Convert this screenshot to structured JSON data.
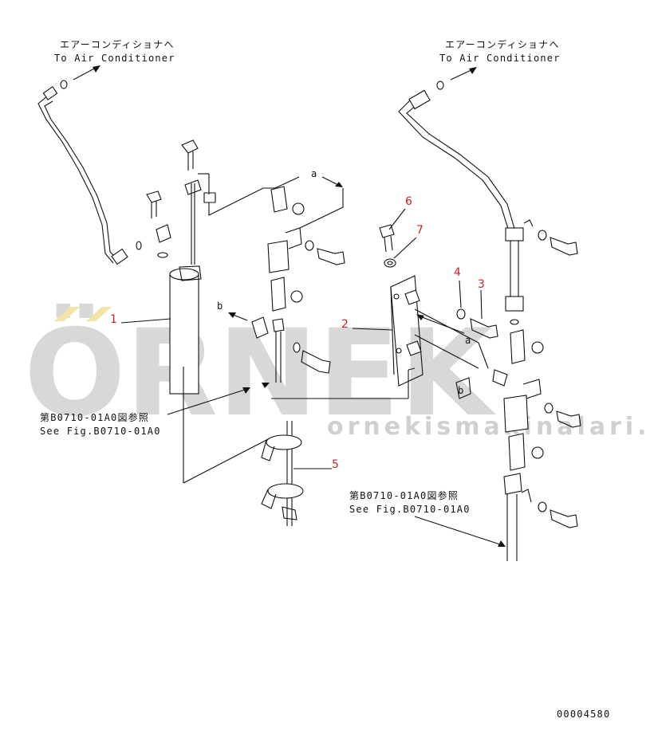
{
  "labels": {
    "to_ac_left_jp": "エアーコンディショナへ",
    "to_ac_left_en": "To Air Conditioner",
    "to_ac_right_jp": "エアーコンディショナへ",
    "to_ac_right_en": "To Air Conditioner",
    "ref_left_jp": "第B0710-01A0図参照",
    "ref_left_en": "See Fig.B0710-01A0",
    "ref_right_jp": "第B0710-01A0図参照",
    "ref_right_en": "See Fig.B0710-01A0",
    "arrow_a_top": "a",
    "arrow_a_mid": "a",
    "arrow_b": "b",
    "mark_b_mid": "b"
  },
  "callouts": [
    "1",
    "2",
    "3",
    "4",
    "5",
    "6",
    "7"
  ],
  "watermark": {
    "brand": "ÖRNEK",
    "url": "ornekismakinalari.com.tr"
  },
  "figure_code": "00004580",
  "colors": {
    "line": "#111111",
    "callout": "#d21f1f",
    "watermark": "#c8c8c8",
    "watermark_accent": "#f3e3a6"
  }
}
